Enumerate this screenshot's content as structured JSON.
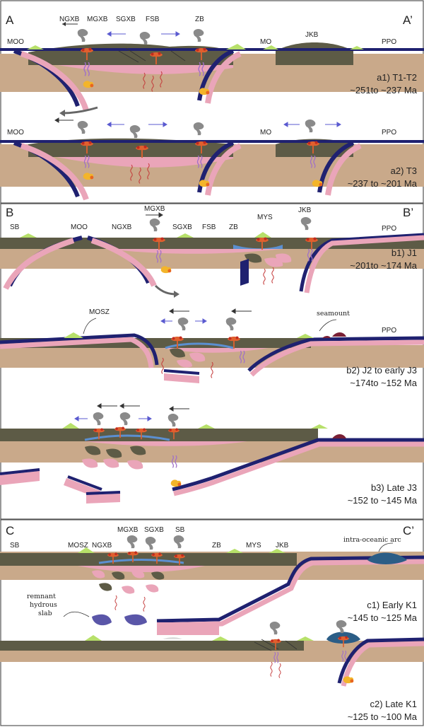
{
  "colors": {
    "crust": "#5d5b46",
    "lithosphere": "#c9a98a",
    "slab_pink": "#eaa5b9",
    "slab_line": "#1f2170",
    "mountain": "#b7e06a",
    "magma": "#e0602e",
    "blue_melt": "#5b8fd0",
    "fluid": "#c43b3b",
    "arrow_gray": "#8a8a8a",
    "arc_blue": "#2b5d86",
    "remnant_slab": "#5a56a8",
    "seamount": "#7a2035"
  },
  "panels": {
    "A": {
      "letter": "A",
      "letter_end": "A’",
      "labels": {
        "ngxb": "NGXB",
        "mgxb": "MGXB",
        "sgxb": "SGXB",
        "fsb": "FSB",
        "zb": "ZB",
        "moo": "MOO",
        "mo": "MO",
        "jkb": "JKB",
        "ppo": "PPO"
      },
      "a1_code": "a1) T1-T2",
      "a1_age": "~251to ~237 Ma",
      "a2_labels": {
        "moo": "MOO",
        "mo": "MO",
        "ppo": "PPO"
      },
      "a2_code": "a2) T3",
      "a2_age": "~237 to ~201 Ma"
    },
    "B": {
      "letter": "B",
      "letter_end": "B’",
      "labels": {
        "sb": "SB",
        "moo": "MOO",
        "mgxb": "MGXB",
        "ngxb": "NGXB",
        "sgxb": "SGXB",
        "fsb": "FSB",
        "zb": "ZB",
        "mys": "MYS",
        "jkb": "JKB",
        "ppo": "PPO"
      },
      "b1_code": "b1) J1",
      "b1_age": "~201to ~174 Ma",
      "b2_labels": {
        "mosz": "MOSZ",
        "seamount": "seamount",
        "ppo": "PPO"
      },
      "b2_code": "b2) J2 to early J3",
      "b2_age": "~174to ~152 Ma",
      "b3_code": "b3) Late J3",
      "b3_age": "~152 to ~145 Ma"
    },
    "C": {
      "letter": "C",
      "letter_end": "C’",
      "labels": {
        "sb": "SB",
        "mosz": "MOSZ",
        "ngxb": "NGXB",
        "mgxb": "MGXB",
        "sgxb": "SGXB",
        "sb2": "SB",
        "zb": "ZB",
        "mys": "MYS",
        "jkb": "JKB",
        "arc": "intra-oceanic arc",
        "remnant_1": "remnant",
        "remnant_2": "hydrous",
        "remnant_3": "slab"
      },
      "c1_code": "c1) Early K1",
      "c1_age": "~145 to ~125 Ma",
      "c2_code": "c2) Late K1",
      "c2_age": "~125 to ~100 Ma"
    }
  }
}
